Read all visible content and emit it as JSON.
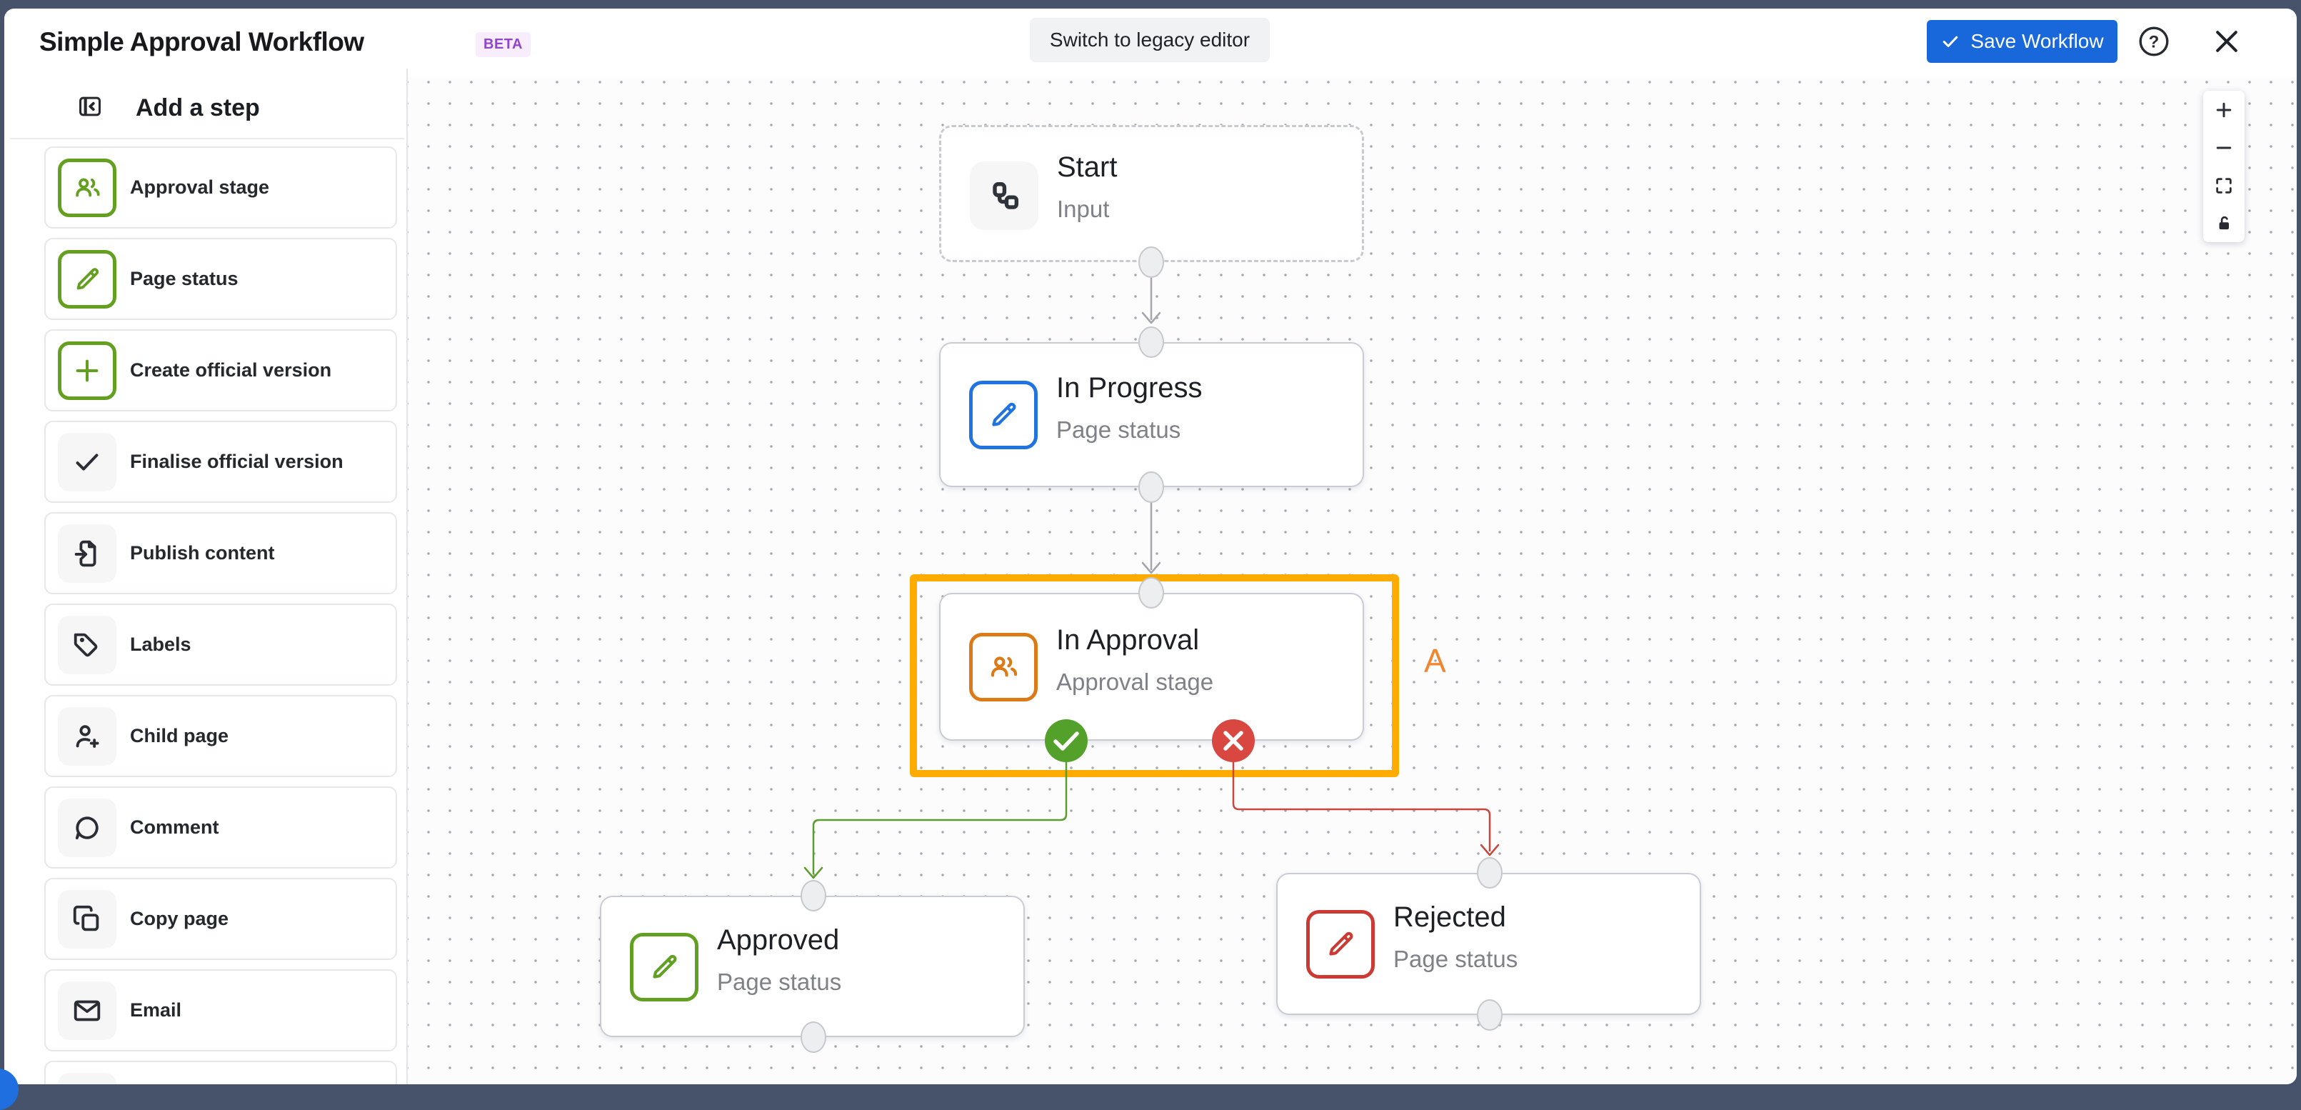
{
  "header": {
    "title": "Simple Approval Workflow",
    "beta_badge": "BETA",
    "switch_button_label": "Switch to legacy editor",
    "save_button_label": "Save Workflow",
    "help_icon": "help-question-icon",
    "close_icon": "close-icon"
  },
  "sidebar": {
    "title": "Add a step",
    "collapse_icon": "panel-collapse-icon",
    "items": [
      {
        "label": "Approval stage",
        "icon": "people-icon",
        "variant": "green-outline"
      },
      {
        "label": "Page status",
        "icon": "pencil-icon",
        "variant": "green-outline"
      },
      {
        "label": "Create official version",
        "icon": "plus-icon",
        "variant": "green-outline"
      },
      {
        "label": "Finalise official version",
        "icon": "check-icon",
        "variant": "gray"
      },
      {
        "label": "Publish content",
        "icon": "publish-icon",
        "variant": "gray"
      },
      {
        "label": "Labels",
        "icon": "tag-icon",
        "variant": "gray"
      },
      {
        "label": "Child page",
        "icon": "person-add-icon",
        "variant": "gray"
      },
      {
        "label": "Comment",
        "icon": "comment-icon",
        "variant": "gray"
      },
      {
        "label": "Copy page",
        "icon": "copy-icon",
        "variant": "gray"
      },
      {
        "label": "Email",
        "icon": "email-icon",
        "variant": "gray"
      }
    ]
  },
  "canvas": {
    "selection_label": "A",
    "nodes": [
      {
        "title": "Start",
        "subtitle": "Input",
        "icon": "workflow-icon",
        "variant": "start"
      },
      {
        "title": "In Progress",
        "subtitle": "Page status",
        "icon": "pencil-icon",
        "color": "blue"
      },
      {
        "title": "In Approval",
        "subtitle": "Approval stage",
        "icon": "people-icon",
        "color": "orange",
        "selected": true,
        "badges": [
          {
            "icon": "approve-check-badge",
            "color": "#53A02A"
          },
          {
            "icon": "reject-x-badge",
            "color": "#D84740"
          }
        ]
      },
      {
        "title": "Approved",
        "subtitle": "Page status",
        "icon": "pencil-icon",
        "color": "green"
      },
      {
        "title": "Rejected",
        "subtitle": "Page status",
        "icon": "pencil-icon",
        "color": "red"
      }
    ],
    "zoom_controls": [
      {
        "icon": "zoom-in-icon"
      },
      {
        "icon": "zoom-out-icon"
      },
      {
        "icon": "fit-view-icon"
      },
      {
        "icon": "unlock-icon"
      }
    ]
  },
  "colors": {
    "primary_blue": "#1868DB",
    "highlight_orange": "#FFAB00",
    "icon_orange": "#DC7A17",
    "icon_blue": "#2173E2",
    "icon_green": "#61A023",
    "icon_red": "#CC3B33",
    "approve_green": "#53A02A",
    "reject_red": "#D84740",
    "beta_purple": "#9146C9",
    "backdrop_slate": "#46536B"
  }
}
